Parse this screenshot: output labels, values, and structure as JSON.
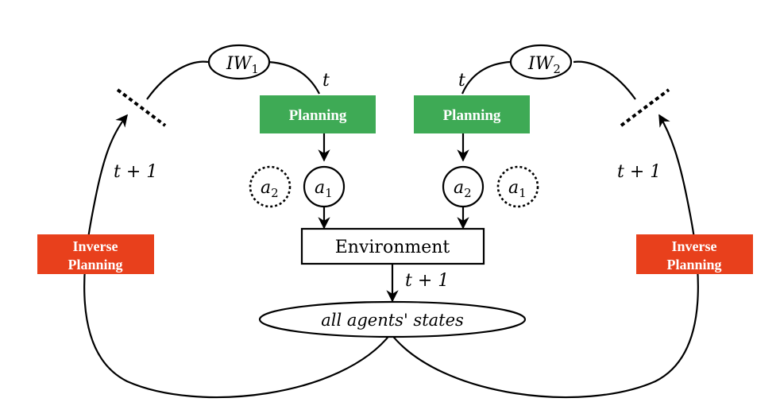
{
  "colors": {
    "planning_green": "#3eaa55",
    "inverse_red": "#e8401c",
    "stroke": "#000000"
  },
  "labels": {
    "iw1_base": "IW",
    "iw1_sub": "1",
    "iw2_base": "IW",
    "iw2_sub": "2",
    "t_left": "t",
    "t_right": "t",
    "t_plus_1_left": "t + 1",
    "t_plus_1_right": "t + 1",
    "t_plus_1_center": "t + 1",
    "planning_left": "Planning",
    "planning_right": "Planning",
    "inverse_left_line1": "Inverse",
    "inverse_left_line2": "Planning",
    "inverse_right_line1": "Inverse",
    "inverse_right_line2": "Planning",
    "a_base": "a",
    "a1_sub": "1",
    "a2_sub": "2",
    "environment": "Environment",
    "states": "all agents' states"
  }
}
